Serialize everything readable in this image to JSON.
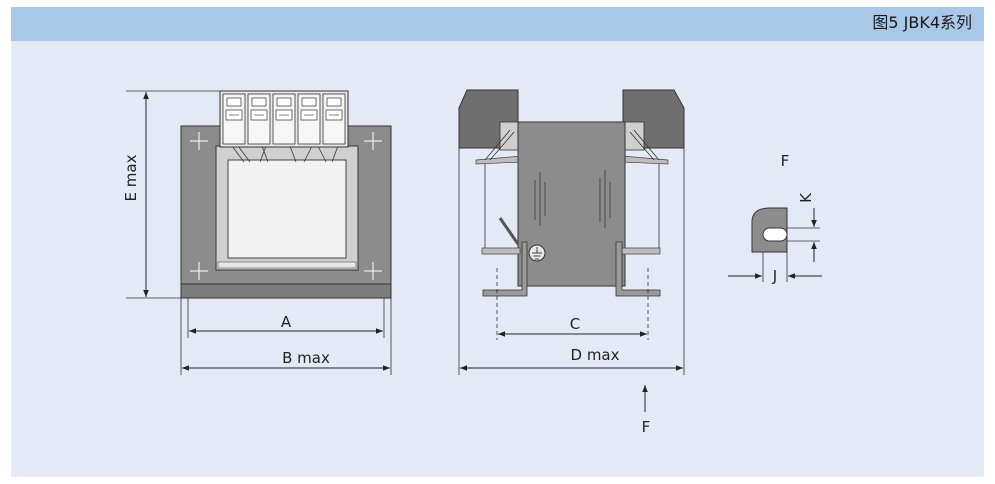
{
  "header": {
    "caption": "图5 JBK4系列"
  },
  "labels": {
    "a": "A",
    "b_max": "B max",
    "c": "C",
    "d_max": "D max",
    "e_max": "E max",
    "f_top": "F",
    "f_bottom": "F",
    "j": "J",
    "k": "K"
  },
  "colors": {
    "panel_bg": "#e4eaf5",
    "header_bg": "#a9c8e8",
    "core_gray": "#8c8c8c",
    "dark_gray": "#6f6f6f",
    "light_gray": "#cfcfcf",
    "window_fill": "#f2f2f2"
  }
}
